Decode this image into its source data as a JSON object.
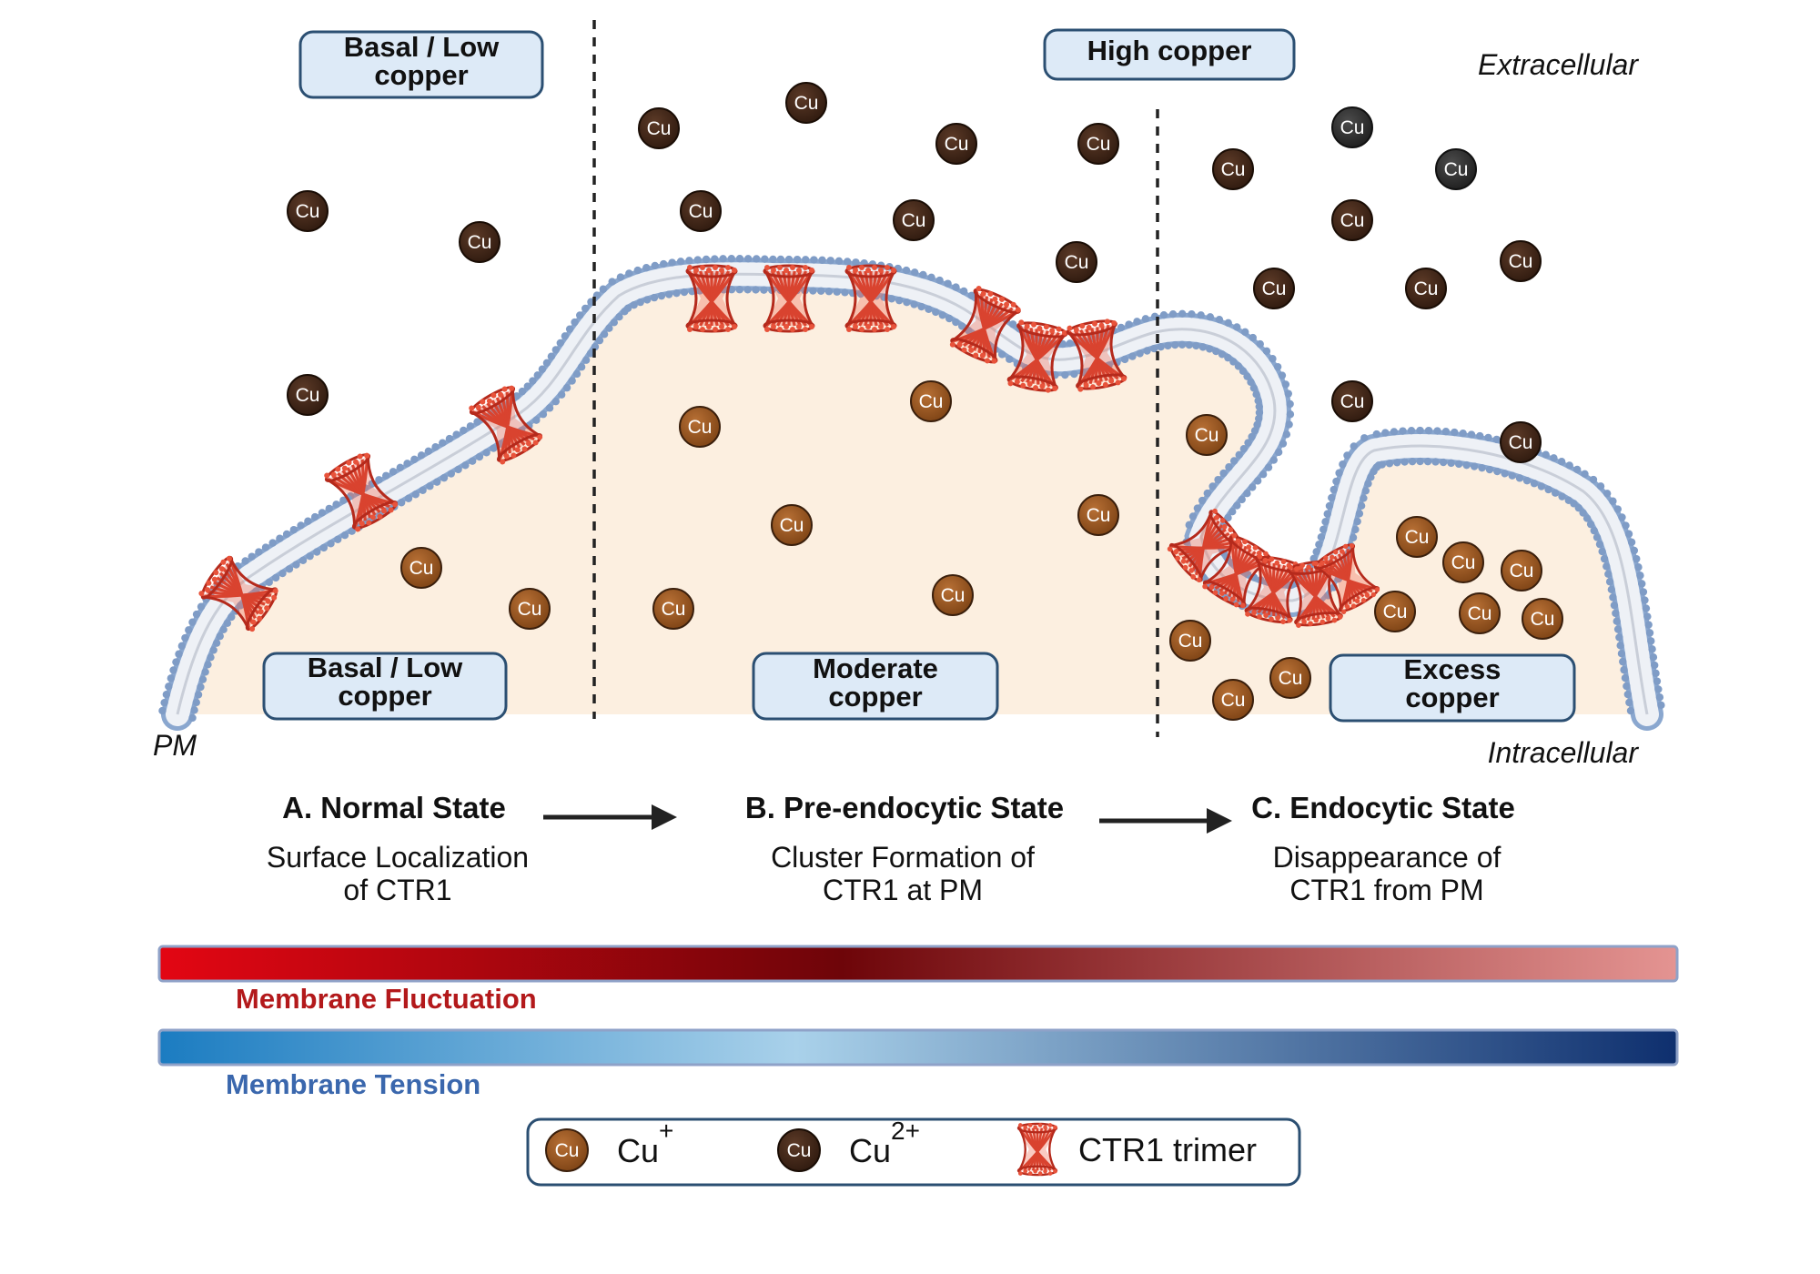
{
  "labels": {
    "extracellular": "Extracellular",
    "intracellular": "Intracellular",
    "pm": "PM"
  },
  "boxes": {
    "top_basal": [
      "Basal / Low",
      "copper"
    ],
    "top_high": [
      "High copper"
    ],
    "bottom_basal": [
      "Basal / Low",
      "copper"
    ],
    "bottom_moderate": [
      "Moderate",
      "copper"
    ],
    "bottom_excess": [
      "Excess",
      "copper"
    ]
  },
  "copper_label": "Cu",
  "states": [
    {
      "title": "A. Normal State",
      "desc1": "Surface Localization",
      "desc2": "of CTR1"
    },
    {
      "title": "B. Pre-endocytic State",
      "desc1": "Cluster Formation of",
      "desc2": "CTR1 at PM"
    },
    {
      "title": "C. Endocytic State",
      "desc1": "Disappearance of",
      "desc2": "CTR1 from PM"
    }
  ],
  "bars": {
    "fluctuation_label": "Membrane Fluctuation",
    "tension_label": "Membrane Tension"
  },
  "legend": {
    "cu_plus": "Cu",
    "cu_plus_sup": "+",
    "cu_2plus": "Cu",
    "cu_2plus_sup": "2+",
    "ctr1": "CTR1 trimer"
  },
  "colors": {
    "cu_plus": "#9a5a25",
    "cu_2plus": "#4a2a1a",
    "cu_dark": "#2e2e2e",
    "ctr1": "#d9432f",
    "box_fill": "#ddeaf7",
    "box_stroke": "#2b4f72",
    "cytoplasm": "#fcefe0",
    "membrane_head": "#7f9cc6",
    "fluctuation_text": "#b3191b",
    "tension_text": "#3a67ad"
  }
}
